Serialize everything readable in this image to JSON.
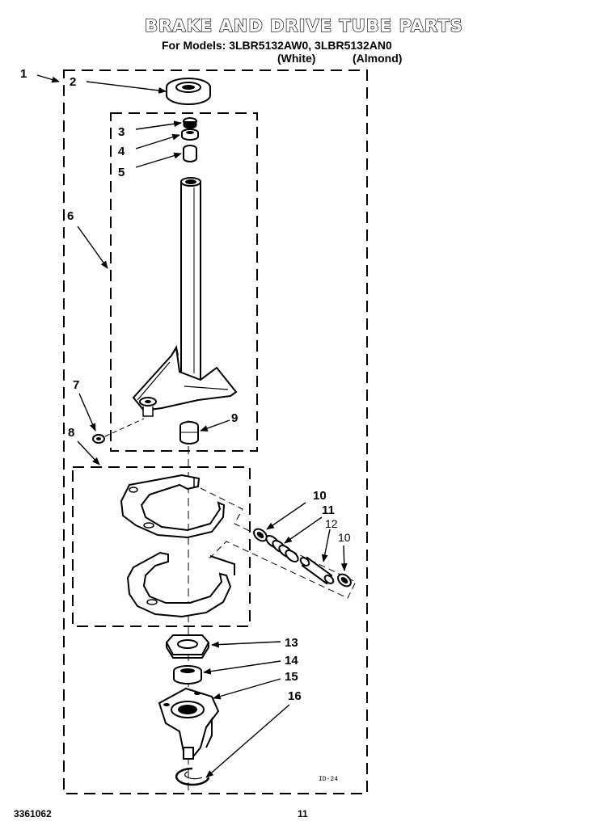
{
  "header": {
    "title": "BRAKE AND DRIVE TUBE PARTS",
    "subtitle": "For Models: 3LBR5132AW0, 3LBR5132AN0",
    "variant_white": "(White)",
    "variant_almond": "(Almond)"
  },
  "callouts": [
    "1",
    "2",
    "3",
    "4",
    "5",
    "6",
    "7",
    "8",
    "9",
    "10",
    "11",
    "12",
    "10",
    "13",
    "14",
    "15",
    "16"
  ],
  "small_mark": "ID-24",
  "footer": {
    "doc_number": "3361062",
    "page_number": "11"
  }
}
